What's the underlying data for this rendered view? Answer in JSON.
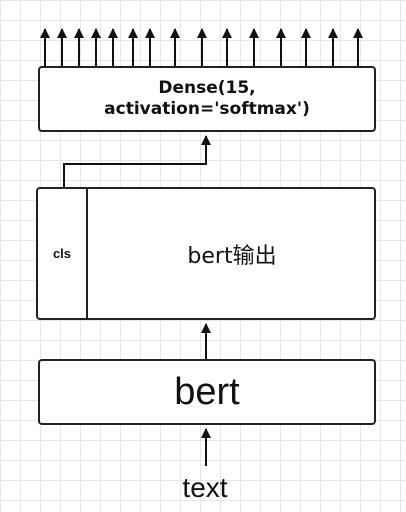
{
  "diagram": {
    "dense_label": "Dense(15,\nactivation='softmax')",
    "cls_label": "cls",
    "bert_output_label": "bert输出",
    "bert_label": "bert",
    "input_label": "text",
    "output_arrow_count": 15
  }
}
